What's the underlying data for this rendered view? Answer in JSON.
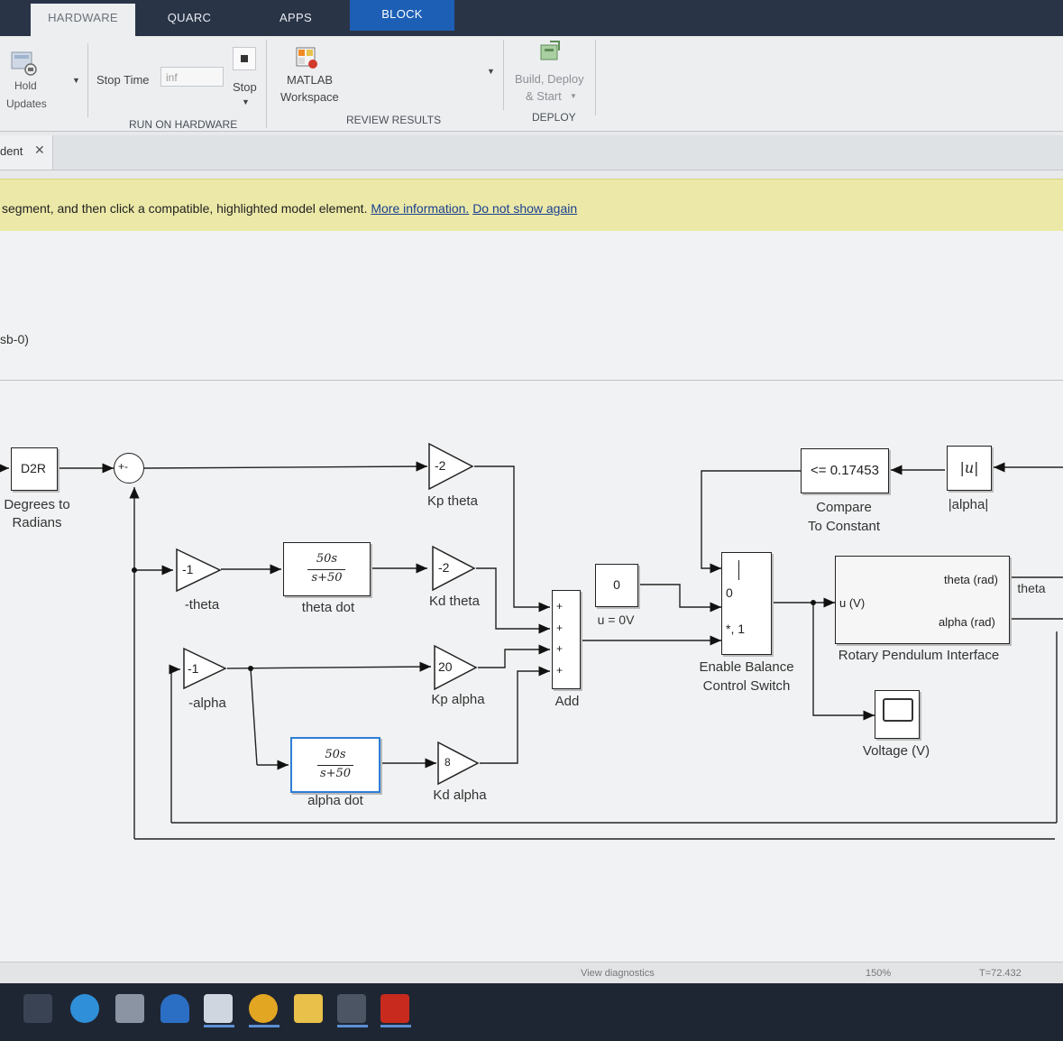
{
  "tabs": [
    {
      "label": "HARDWARE"
    },
    {
      "label": "QUARC"
    },
    {
      "label": "APPS"
    },
    {
      "label": "BLOCK"
    }
  ],
  "ribbon": {
    "hold_updates": "Hold\nUpdates",
    "hold_label_1": "Hold",
    "hold_label_2": "Updates",
    "stop_time_label": "Stop Time",
    "stop_time_value": "inf",
    "stop_label": "Stop",
    "run_on_hardware": "RUN ON HARDWARE",
    "matlab_label_1": "MATLAB",
    "matlab_label_2": "Workspace",
    "review_results": "REVIEW RESULTS",
    "build_label_1": "Build, Deploy",
    "build_label_2": "& Start",
    "deploy": "DEPLOY"
  },
  "doc_tab": {
    "label": "dent"
  },
  "banner": {
    "text": "segment, and then click a compatible, highlighted model element.",
    "more_info": "More information.",
    "dont_show": "Do not show again"
  },
  "model_path": "sb-0)",
  "diagram": {
    "d2r": "D2R",
    "d2r_label_1": "Degrees to",
    "d2r_label_2": "Radians",
    "sum_sign": "+-",
    "kp_theta_val": "-2",
    "kp_theta_label": "Kp theta",
    "neg_theta_val": "-1",
    "neg_theta_label": "-theta",
    "theta_dot_num": "50s",
    "theta_dot_den": "s+50",
    "theta_dot_label": "theta dot",
    "kd_theta_val": "-2",
    "kd_theta_label": "Kd theta",
    "neg_alpha_val": "-1",
    "neg_alpha_label": "-alpha",
    "kp_alpha_val": "20",
    "kp_alpha_label": "Kp alpha",
    "alpha_dot_num": "50s",
    "alpha_dot_den": "s+50",
    "alpha_dot_label": "alpha dot",
    "kd_alpha_val": "8",
    "kd_alpha_label": "Kd alpha",
    "add_label": "Add",
    "add_signs": [
      "+",
      "+",
      "+",
      "+"
    ],
    "const_val": "0",
    "const_label": "u = 0V",
    "compare_val": "<= 0.17453",
    "compare_label_1": "Compare",
    "compare_label_2": "To Constant",
    "abs_val": "|u|",
    "abs_label": "|alpha|",
    "switch_top": "0",
    "switch_bottom": "*, 1",
    "switch_label_1": "Enable Balance",
    "switch_label_2": "Control Switch",
    "rp_in": "u (V)",
    "rp_out_1": "theta (rad)",
    "rp_out_2": "alpha (rad)",
    "rp_label": "Rotary Pendulum Interface",
    "theta_signal": "theta",
    "scope_label": "Voltage (V)"
  },
  "status": {
    "center": "View diagnostics",
    "zoom": "150%",
    "right": "T=72.432"
  }
}
